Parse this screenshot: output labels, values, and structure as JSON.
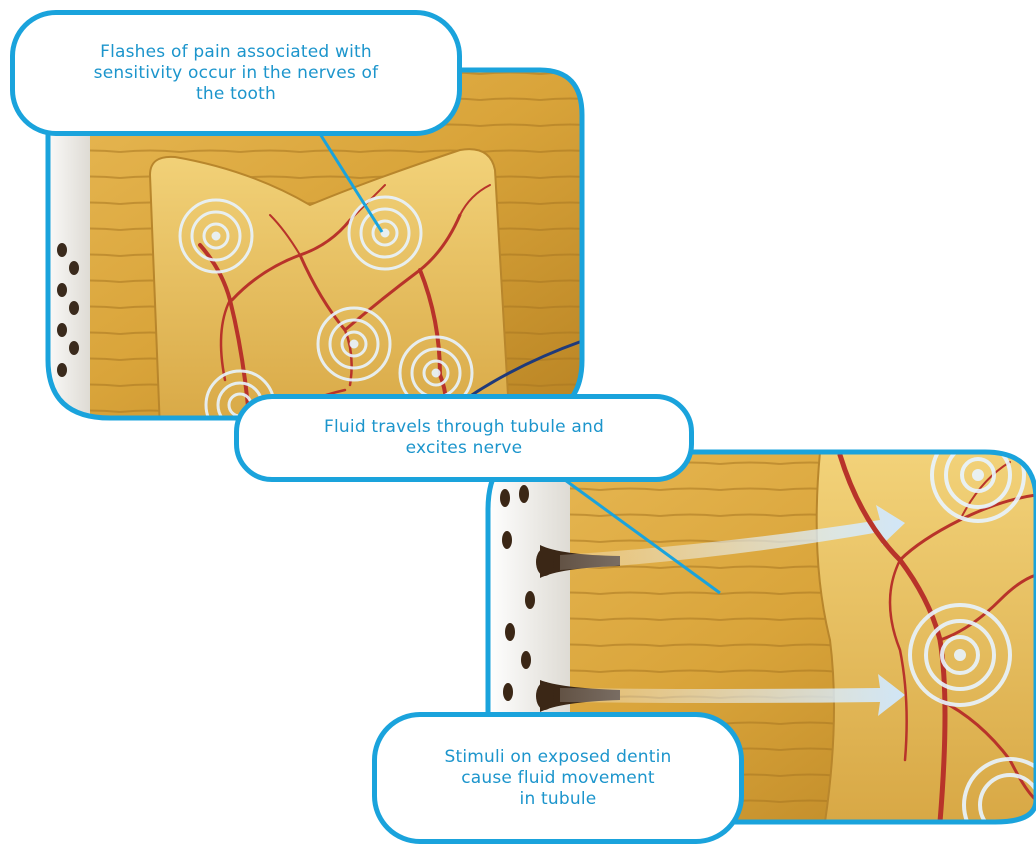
{
  "callouts": {
    "pain": "Flashes of pain associated with\nsensitivity occur in the nerves of\nthe tooth",
    "fluid": "Fluid travels through tubule and\nexcites nerve",
    "stimuli": "Stimuli on exposed dentin\ncause fluid movement\nin tubule"
  },
  "colors": {
    "accent": "#1aa3dc",
    "text": "#1c95cc",
    "dentin": "#d9a63c",
    "nerve": "#b8332a"
  },
  "icons": [
    "pain-signal-icon",
    "flow-arrow-icon",
    "dentin-tubule-opening-icon"
  ]
}
